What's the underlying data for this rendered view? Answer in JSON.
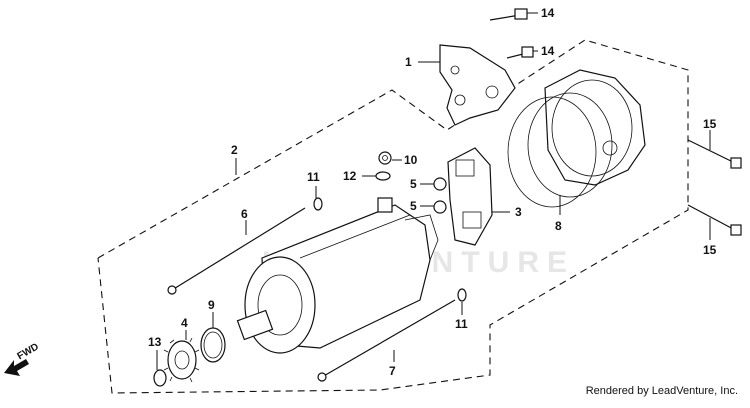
{
  "diagram": {
    "watermark": "LEADVENTURE",
    "credit": "Rendered by LeadVenture, Inc.",
    "fwd_label": "FWD",
    "callouts": {
      "c1": "1",
      "c2": "2",
      "c3": "3",
      "c4": "4",
      "c5a": "5",
      "c5b": "5",
      "c6": "6",
      "c7": "7",
      "c8": "8",
      "c9": "9",
      "c10": "10",
      "c11a": "11",
      "c11b": "11",
      "c12": "12",
      "c13": "13",
      "c14a": "14",
      "c14b": "14",
      "c15a": "15",
      "c15b": "15"
    }
  }
}
